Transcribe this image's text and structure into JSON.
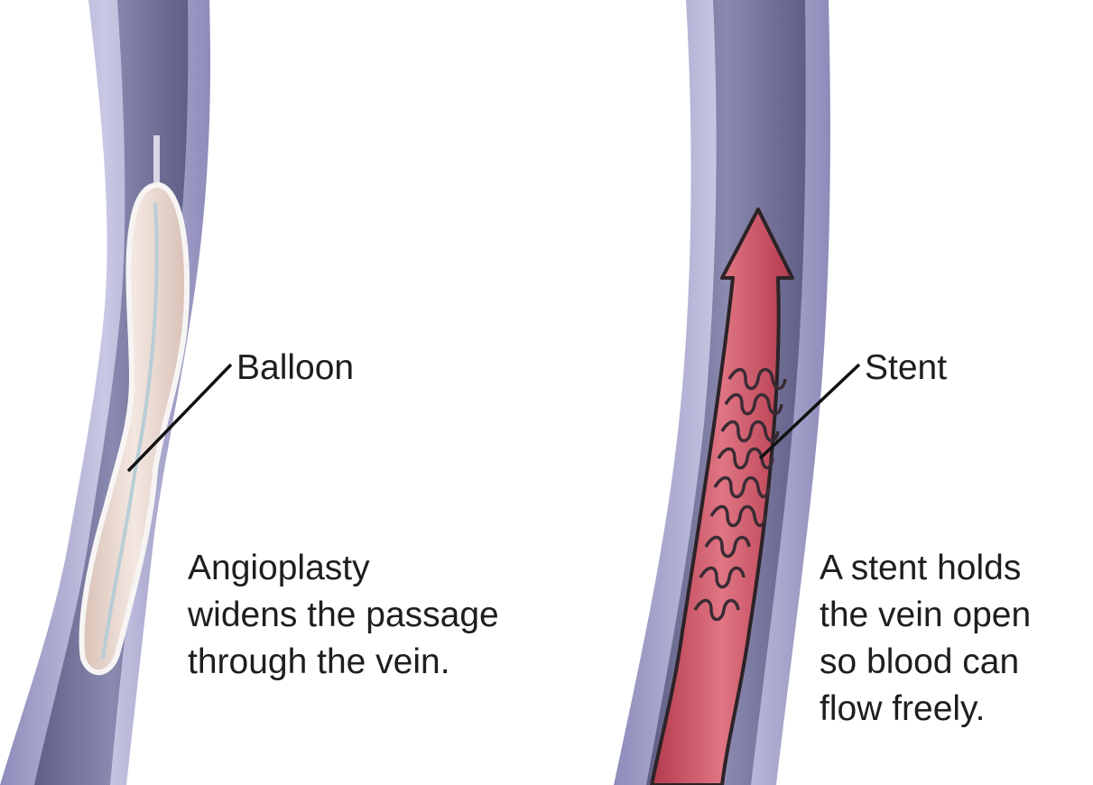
{
  "panels": [
    {
      "name": "angioplasty",
      "label": "Balloon",
      "caption_lines": [
        "Angioplasty",
        "widens the passage",
        "through the vein."
      ]
    },
    {
      "name": "stent",
      "label": "Stent",
      "caption_lines": [
        "A stent holds",
        "the vein open",
        "so blood can",
        "flow freely."
      ]
    }
  ],
  "colors": {
    "vessel_wall": "#9e9cc8",
    "vessel_wall_light": "#c7c6e2",
    "lumen": "#6b6a92",
    "balloon": "#e7d5cc",
    "balloon_rim": "#f5f3f2",
    "blood": "#c94a5a",
    "stent_wire": "#3a2b33"
  }
}
